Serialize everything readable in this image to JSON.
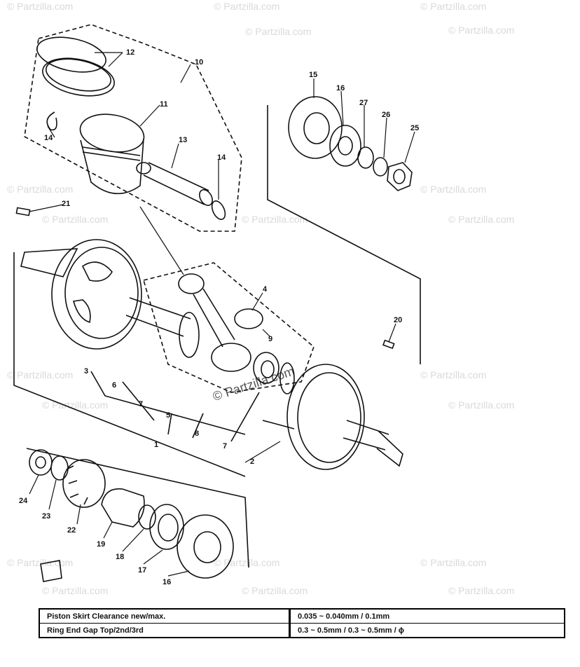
{
  "watermark": "© Partzilla.com",
  "callouts": [
    "12",
    "10",
    "11",
    "14",
    "13",
    "14",
    "15",
    "16",
    "27",
    "26",
    "25",
    "21",
    "4",
    "9",
    "20",
    "3",
    "6",
    "7",
    "5",
    "8",
    "7",
    "2",
    "1",
    "24",
    "23",
    "22",
    "19",
    "18",
    "17",
    "16"
  ],
  "spec_table": [
    {
      "label": "Piston Skirt Clearance new/max.",
      "value": "0.035 ~ 0.040mm / 0.1mm"
    },
    {
      "label": "Ring End Gap Top/2nd/3rd",
      "value": "0.3 ~ 0.5mm / 0.3 ~ 0.5mm / ϕ"
    }
  ]
}
